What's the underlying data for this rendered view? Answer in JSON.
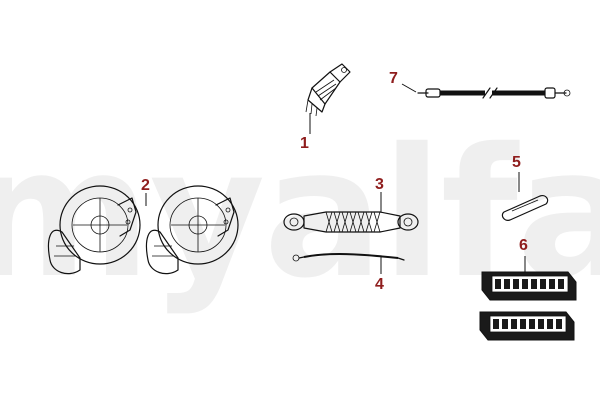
{
  "watermark": {
    "text": "myalfa"
  },
  "callouts": [
    {
      "id": "1",
      "label": "1"
    },
    {
      "id": "2",
      "label": "2"
    },
    {
      "id": "3",
      "label": "3"
    },
    {
      "id": "4",
      "label": "4"
    },
    {
      "id": "5",
      "label": "5"
    },
    {
      "id": "6",
      "label": "6"
    },
    {
      "id": "7",
      "label": "7"
    }
  ],
  "colors": {
    "callout": "#8f1d1d",
    "watermark": "#efefef",
    "line": "#111111"
  }
}
